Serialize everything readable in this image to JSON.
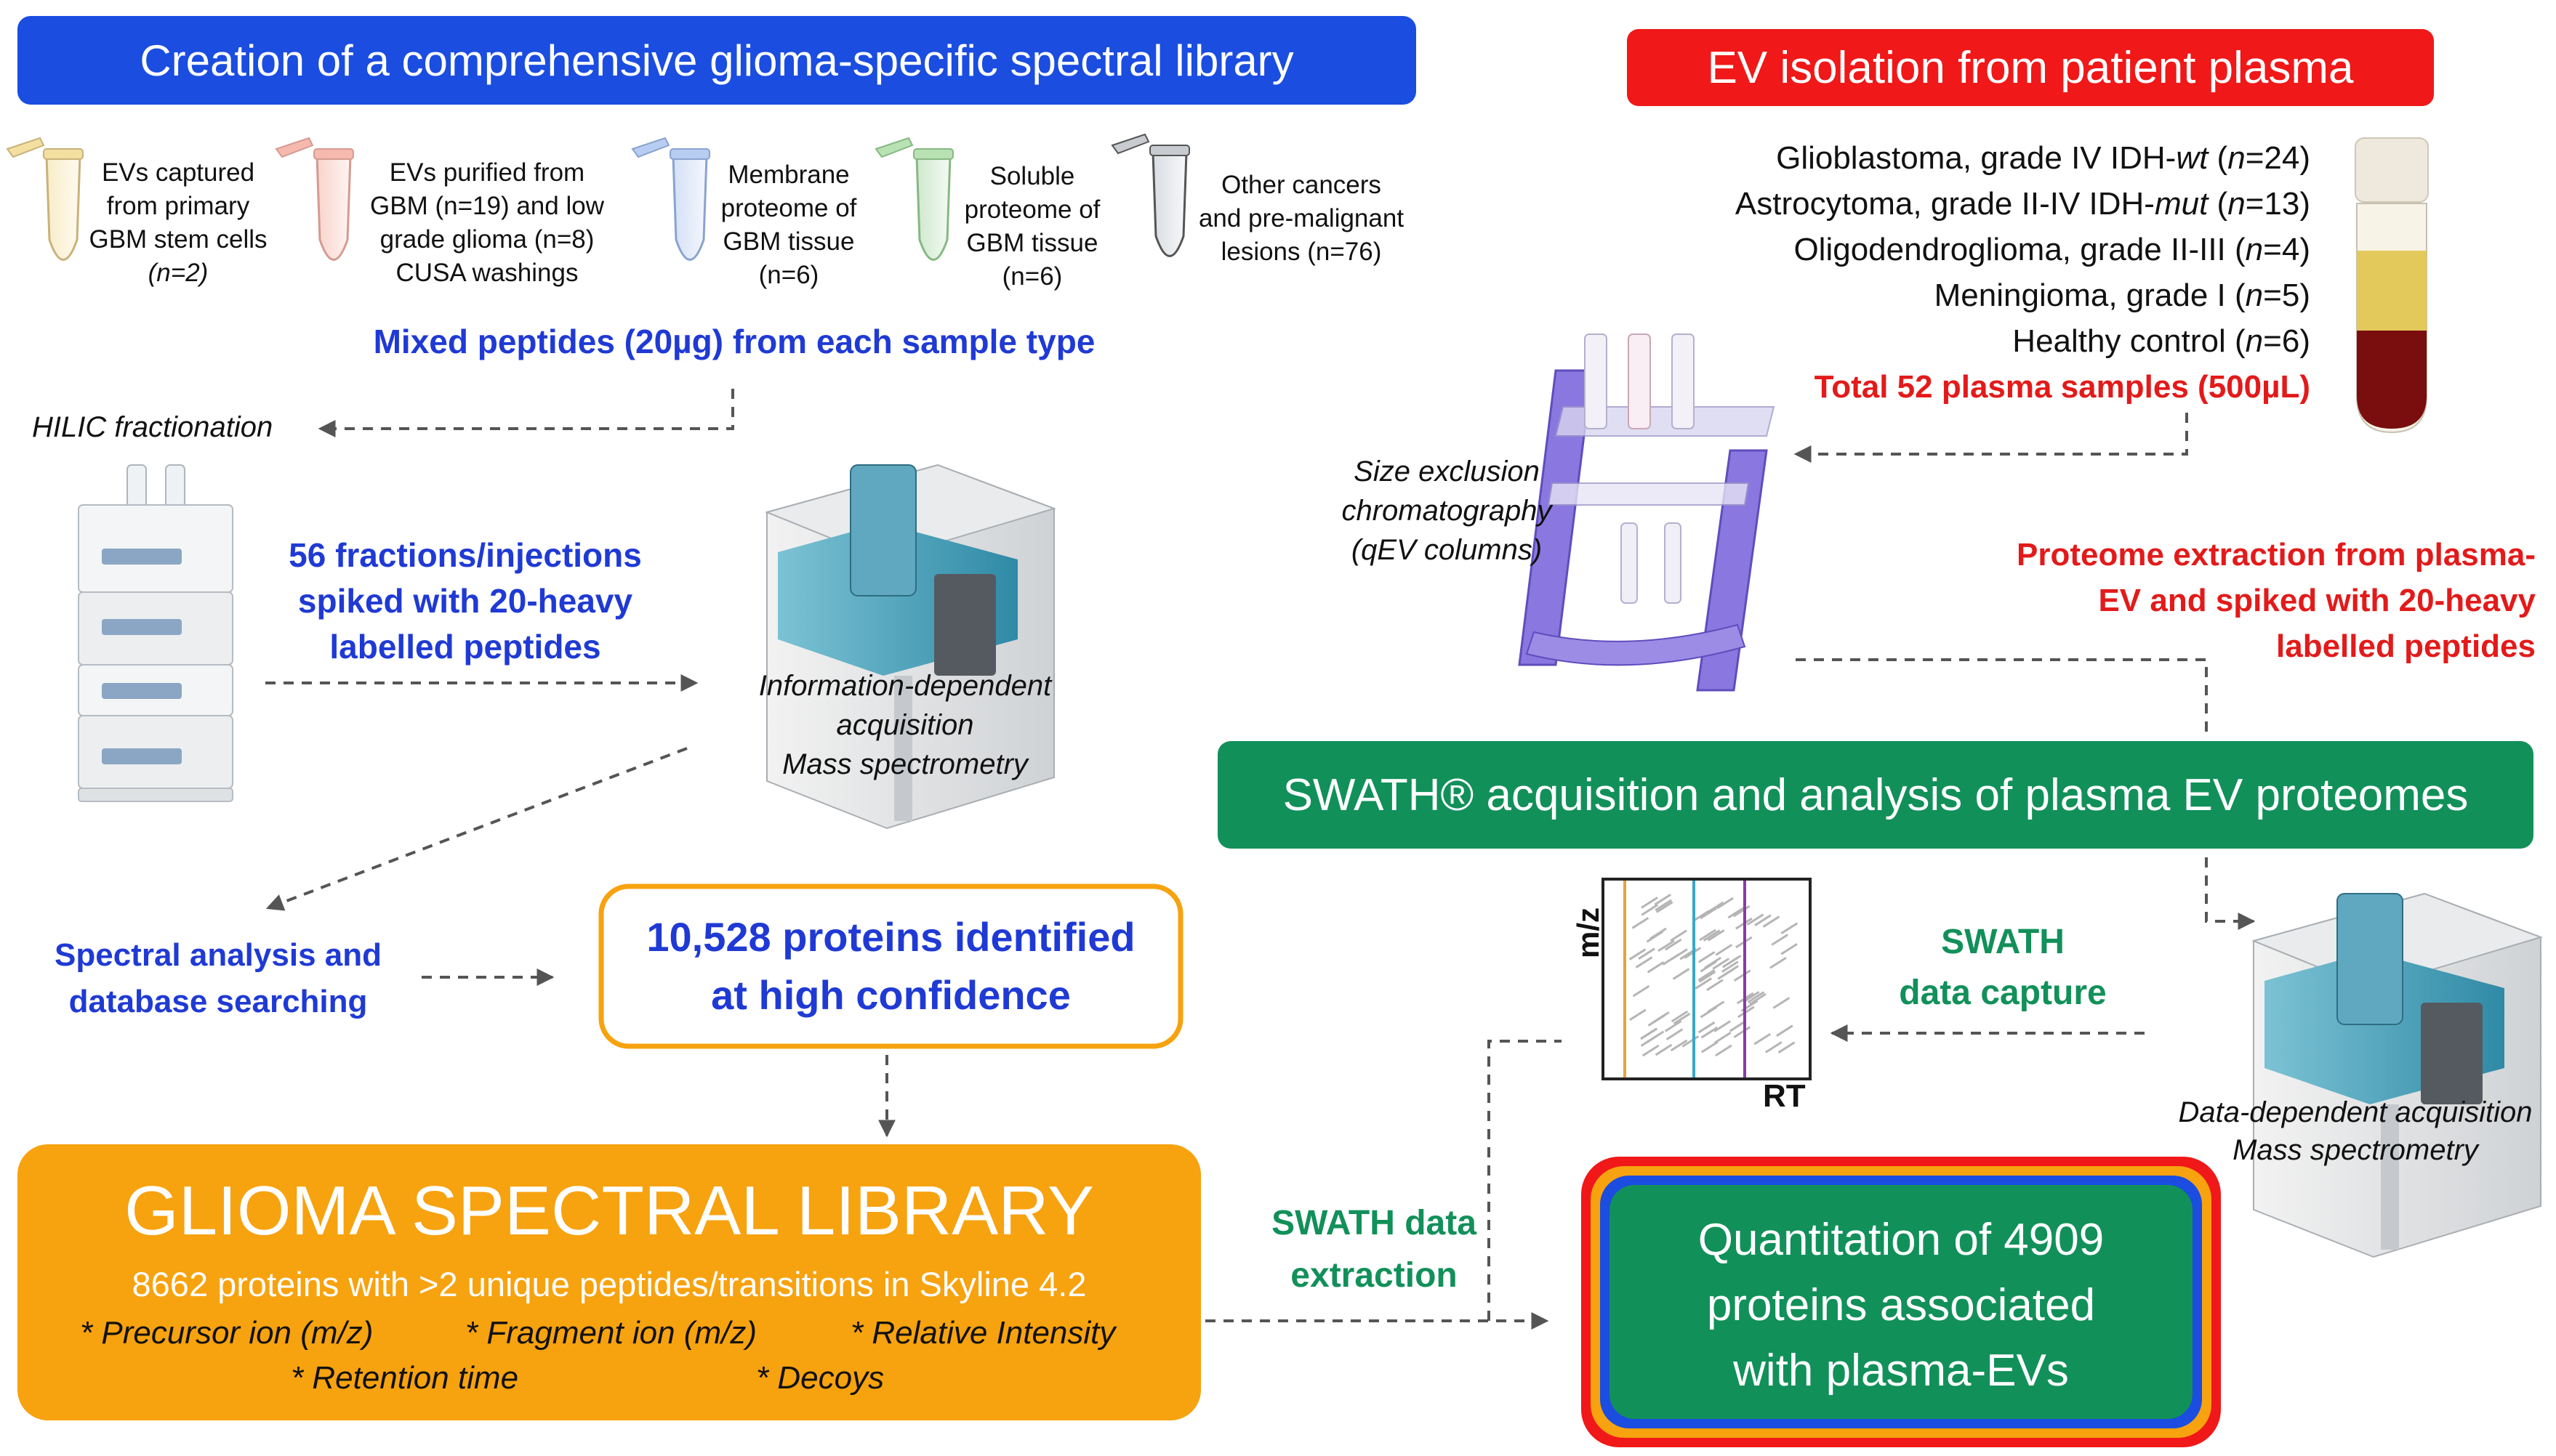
{
  "colors": {
    "blue_banner": "#1a4de0",
    "red_banner": "#f01818",
    "green": "#12905a",
    "orange": "#f7a20f",
    "blue_text": "#1f3ad4",
    "red_text": "#e31a1a"
  },
  "left": {
    "banner": "Creation of a comprehensive glioma-specific spectral library",
    "tubes": [
      {
        "line1": "EVs captured",
        "line2": "from primary",
        "line3": "GBM stem cells",
        "line4": "(n=2)"
      },
      {
        "line1": "EVs purified from",
        "line2": "GBM (n=19) and low",
        "line3": "grade glioma (n=8)",
        "line4": "CUSA washings"
      },
      {
        "line1": "Membrane",
        "line2": "proteome of",
        "line3": "GBM tissue",
        "line4": "(n=6)"
      },
      {
        "line1": "Soluble",
        "line2": "proteome of",
        "line3": "GBM tissue",
        "line4": "(n=6)"
      },
      {
        "line1": "Other cancers",
        "line2": "and pre-malignant",
        "line3": "lesions (n=76)"
      }
    ],
    "mixed_peptides": "Mixed peptides (20µg) from each sample type",
    "hilic": "HILIC fractionation",
    "fractions": {
      "line1": "56 fractions/injections",
      "line2": "spiked with 20-heavy",
      "line3": "labelled peptides"
    },
    "ida": {
      "line1": "Information-dependent",
      "line2": "acquisition",
      "line3": "Mass spectrometry"
    },
    "spectral_analysis": {
      "line1": "Spectral analysis and",
      "line2": "database searching"
    },
    "proteins_identified": {
      "line1": "10,528 proteins identified",
      "line2": "at high confidence"
    },
    "library": {
      "title": "GLIOMA SPECTRAL LIBRARY",
      "subtitle": "8662 proteins with >2 unique peptides/transitions in Skyline 4.2",
      "item1": "* Precursor ion (m/z)",
      "item2": "* Fragment ion (m/z)",
      "item3": "* Relative Intensity",
      "item4": "* Retention time",
      "item5": "* Decoys"
    }
  },
  "right": {
    "banner": "EV isolation from patient plasma",
    "groups": [
      {
        "name": "Glioblastoma, grade IV IDH-",
        "mod": "wt",
        "n": "24"
      },
      {
        "name": "Astrocytoma, grade II-IV IDH-",
        "mod": "mut",
        "n": "13"
      },
      {
        "name": "Oligodendroglioma, grade II-III",
        "mod": "",
        "n": "4"
      },
      {
        "name": "Meningioma, grade I",
        "mod": "",
        "n": "5"
      },
      {
        "name": "Healthy control",
        "mod": "",
        "n": "6"
      }
    ],
    "total": "Total 52 plasma samples (500µL)",
    "sec": {
      "line1": "Size exclusion",
      "line2": "chromatography",
      "line3": "(qEV columns)"
    },
    "extraction": {
      "line1": "Proteome extraction from plasma-",
      "line2": "EV and spiked with 20-heavy",
      "line3": "labelled peptides"
    },
    "swath_banner": "SWATH® acquisition and analysis of plasma EV proteomes",
    "plot_ylabel": "m/z",
    "plot_xlabel": "RT",
    "swath_capture": {
      "line1": "SWATH",
      "line2": "data capture"
    },
    "dda": {
      "line1": "Data-dependent acquisition",
      "line2": "Mass spectrometry"
    },
    "swath_extraction": {
      "line1": "SWATH data",
      "line2": "extraction"
    },
    "quant": {
      "line1": "Quantitation of 4909",
      "line2": "proteins associated",
      "line3": "with plasma-EVs"
    }
  }
}
